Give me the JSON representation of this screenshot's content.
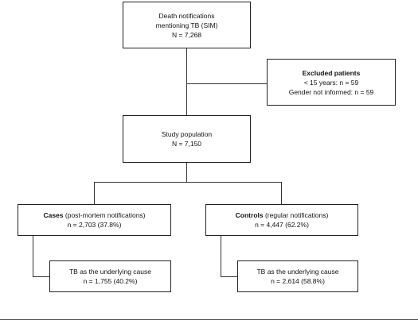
{
  "boxes": {
    "death_notifications": {
      "line1": "Death notifications",
      "line2": "mentioning TB (SIM)",
      "line3": "N = 7,268"
    },
    "excluded": {
      "title": "Excluded patients",
      "line1": "< 15 years: n = 59",
      "line2": "Gender not informed: n = 59"
    },
    "study_population": {
      "line1": "Study population",
      "line2": "N = 7,150"
    },
    "cases": {
      "title": "Cases",
      "subtitle": " (post-mortem notifications)",
      "line2": "n = 2,703 (37.8%)"
    },
    "controls": {
      "title": "Controls",
      "subtitle": " (regular notifications)",
      "line2": "n = 4,447 (62.2%)"
    },
    "cases_underlying": {
      "line1": "TB as the underlying cause",
      "line2": "n = 1,755 (40.2%)"
    },
    "controls_underlying": {
      "line1": "TB as the underlying cause",
      "line2": "n = 2,614 (58.8%)"
    }
  }
}
